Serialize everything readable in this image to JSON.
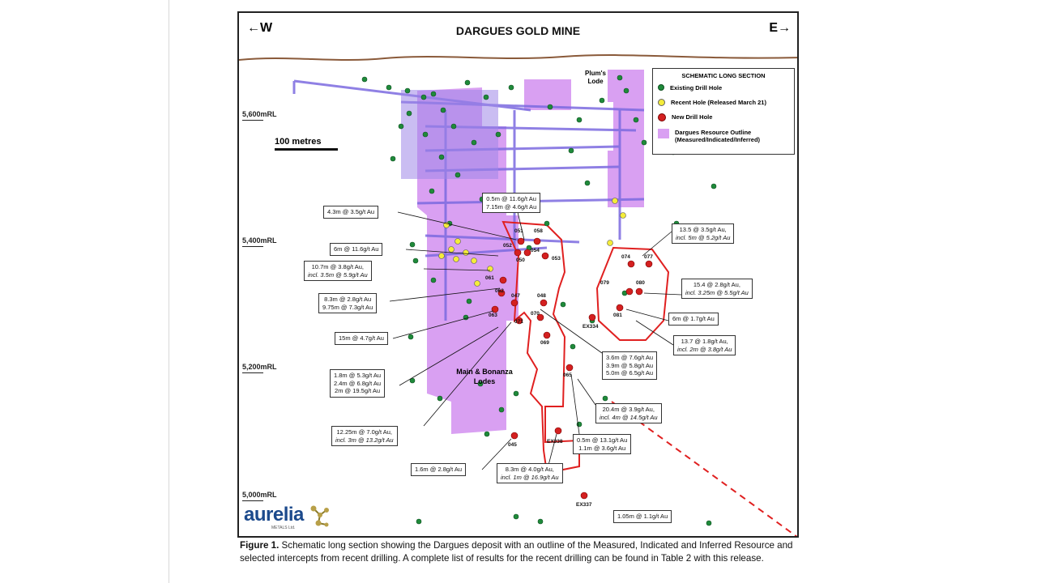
{
  "figure": {
    "title": "DARGUES GOLD MINE",
    "west": "←W",
    "east": "E→",
    "rl_labels": [
      "5,600mRL",
      "5,400mRL",
      "5,200mRL",
      "5,000mRL"
    ],
    "scale_label": "100 metres",
    "plums_lode": "Plum's Lode",
    "main_lodes": "Main & Bonanza Lodes",
    "legend": {
      "title": "SCHEMATIC LONG SECTION",
      "existing": "Existing Drill Hole",
      "recent": "Recent Hole (Released March 21)",
      "new": "New Drill Hole",
      "resource": "Dargues Resource Outline (Measured/Indicated/Inferred)"
    },
    "hole_ids": [
      "051",
      "058",
      "052",
      "054",
      "053",
      "050",
      "061",
      "062",
      "047",
      "048",
      "063",
      "070",
      "071",
      "069",
      "065",
      "045",
      "EX338",
      "EX337",
      "EX334",
      "074",
      "077",
      "079",
      "080",
      "081"
    ],
    "callouts": [
      {
        "l1": "4.3m @ 3.5g/t Au",
        "l2": ""
      },
      {
        "l1": "0.5m @ 11.6g/t Au",
        "l2": "7.15m @ 4.6g/t Au"
      },
      {
        "l1": "6m @ 11.6g/t Au",
        "l2": ""
      },
      {
        "l1": "10.7m @ 3.8g/t Au,",
        "l2": "incl. 3.5m @ 5.9g/t Au"
      },
      {
        "l1": "8.3m @ 2.8g/t Au",
        "l2": "9.75m @ 7.3g/t Au"
      },
      {
        "l1": "15m @ 4.7g/t Au",
        "l2": ""
      },
      {
        "l1": "1.8m @ 5.3g/t Au",
        "l2": "2.4m @ 6.8g/t Au",
        "l3": "2m @ 19.5g/t Au"
      },
      {
        "l1": "12.25m @ 7.0g/t Au,",
        "l2": "incl. 3m @ 13.2g/t Au"
      },
      {
        "l1": "1.6m @ 2.8g/t Au",
        "l2": ""
      },
      {
        "l1": "8.3m @ 4.0g/t Au,",
        "l2": "incl. 1m @ 16.9g/t Au"
      },
      {
        "l1": "0.5m @ 13.1g/t Au",
        "l2": "1.1m @ 3.6g/t Au"
      },
      {
        "l1": "20.4m @ 3.9g/t Au,",
        "l2": "incl. 4m @ 14.5g/t Au"
      },
      {
        "l1": "3.6m @ 7.6g/t Au",
        "l2": "3.9m @ 5.8g/t Au",
        "l3": "5.0m @ 6.5g/t Au"
      },
      {
        "l1": "1.05m @ 1.1g/t Au",
        "l2": ""
      },
      {
        "l1": "13.5 @ 3.5g/t Au,",
        "l2": "incl. 5m @ 5.2g/t Au"
      },
      {
        "l1": "15.4 @ 2.8g/t Au,",
        "l2": "incl. 3.25m @ 5.5g/t Au"
      },
      {
        "l1": "6m @ 1.7g/t Au",
        "l2": ""
      },
      {
        "l1": "13.7 @ 1.8g/t Au,",
        "l2": "incl. 2m @ 3.8g/t Au"
      }
    ],
    "logo_name": "aurelia",
    "logo_sub": "METALS Ltd."
  },
  "caption": {
    "label": "Figure 1.",
    "text": " Schematic long section showing the Dargues deposit with an outline of the Measured, Indicated and Inferred Resource and selected intercepts from recent drilling. A complete list of results for the recent drilling can be found in Table 2 with this release."
  },
  "colors": {
    "resource": "#d9a0f2",
    "workings": "#7c6ae0",
    "existing_hole": "#1f8a3a",
    "recent_hole": "#f4ec3a",
    "new_hole": "#d42020",
    "topography": "#8a5a3a"
  }
}
